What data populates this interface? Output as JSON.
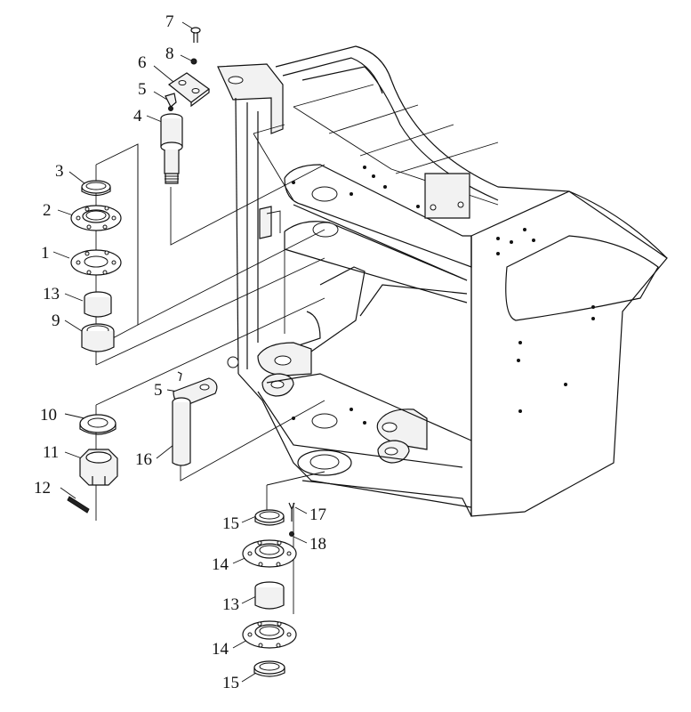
{
  "callouts": [
    {
      "id": "c7",
      "text": "7"
    },
    {
      "id": "c8",
      "text": "8"
    },
    {
      "id": "c6",
      "text": "6"
    },
    {
      "id": "c5a",
      "text": "5"
    },
    {
      "id": "c4",
      "text": "4"
    },
    {
      "id": "c3",
      "text": "3"
    },
    {
      "id": "c2",
      "text": "2"
    },
    {
      "id": "c1",
      "text": "1"
    },
    {
      "id": "c13a",
      "text": "13"
    },
    {
      "id": "c9",
      "text": "9"
    },
    {
      "id": "c5b",
      "text": "5"
    },
    {
      "id": "c10",
      "text": "10"
    },
    {
      "id": "c11",
      "text": "11"
    },
    {
      "id": "c16",
      "text": "16"
    },
    {
      "id": "c12",
      "text": "12"
    },
    {
      "id": "c17",
      "text": "17"
    },
    {
      "id": "c15a",
      "text": "15"
    },
    {
      "id": "c18",
      "text": "18"
    },
    {
      "id": "c14a",
      "text": "14"
    },
    {
      "id": "c13b",
      "text": "13"
    },
    {
      "id": "c14b",
      "text": "14"
    },
    {
      "id": "c15b",
      "text": "15"
    }
  ]
}
